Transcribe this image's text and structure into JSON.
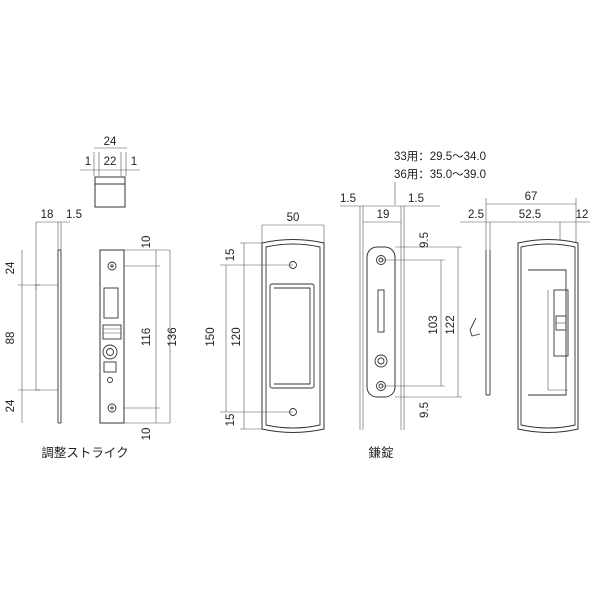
{
  "captions": {
    "strike": "調整ストライク",
    "lock": "鎌錠"
  },
  "strike_top": {
    "width": "24",
    "inner": "22",
    "left_gap": "1",
    "right_gap": "1"
  },
  "strike_front": {
    "w18": "18",
    "w1_5": "1.5",
    "h24_top": "24",
    "h88": "88",
    "h24_bottom": "24",
    "h10_top": "10",
    "h116": "116",
    "h136": "136",
    "h10_bottom": "10"
  },
  "lock_plate": {
    "w50": "50",
    "h15_top": "15",
    "h150": "150",
    "h120": "120",
    "h15_bottom": "15"
  },
  "lock_side": {
    "range33": "33用：29.5～34.0",
    "range36": "36用：35.0～39.0",
    "w1_5_left": "1.5",
    "w19": "19",
    "w1_5_right": "1.5",
    "h9_5_top": "9.5",
    "h103": "103",
    "h122": "122",
    "h9_5_bottom": "9.5"
  },
  "lock_body": {
    "w67": "67",
    "w2_5": "2.5",
    "w52_5": "52.5",
    "w12": "12"
  }
}
